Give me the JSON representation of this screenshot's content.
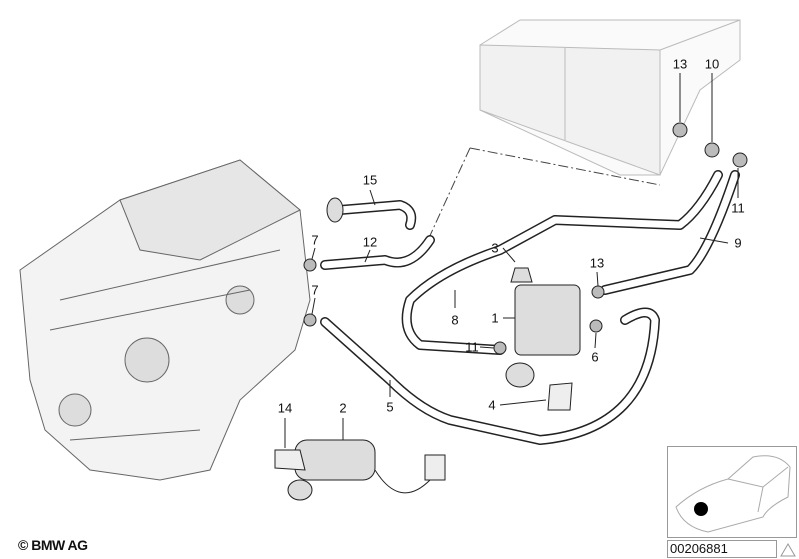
{
  "diagram": {
    "callouts": [
      "13",
      "10",
      "11",
      "9",
      "15",
      "7",
      "12",
      "7",
      "3",
      "13",
      "8",
      "1",
      "11",
      "6",
      "5",
      "4",
      "14",
      "2"
    ],
    "copyright": "© BMW AG",
    "document_number": "00206881",
    "thumbnail": {
      "icon": "car-location-thumbnail",
      "marker_color": "#000000"
    },
    "line_color": "#222222",
    "hose_fill": "#ffffff",
    "part_shade": "#d8d8d8"
  }
}
